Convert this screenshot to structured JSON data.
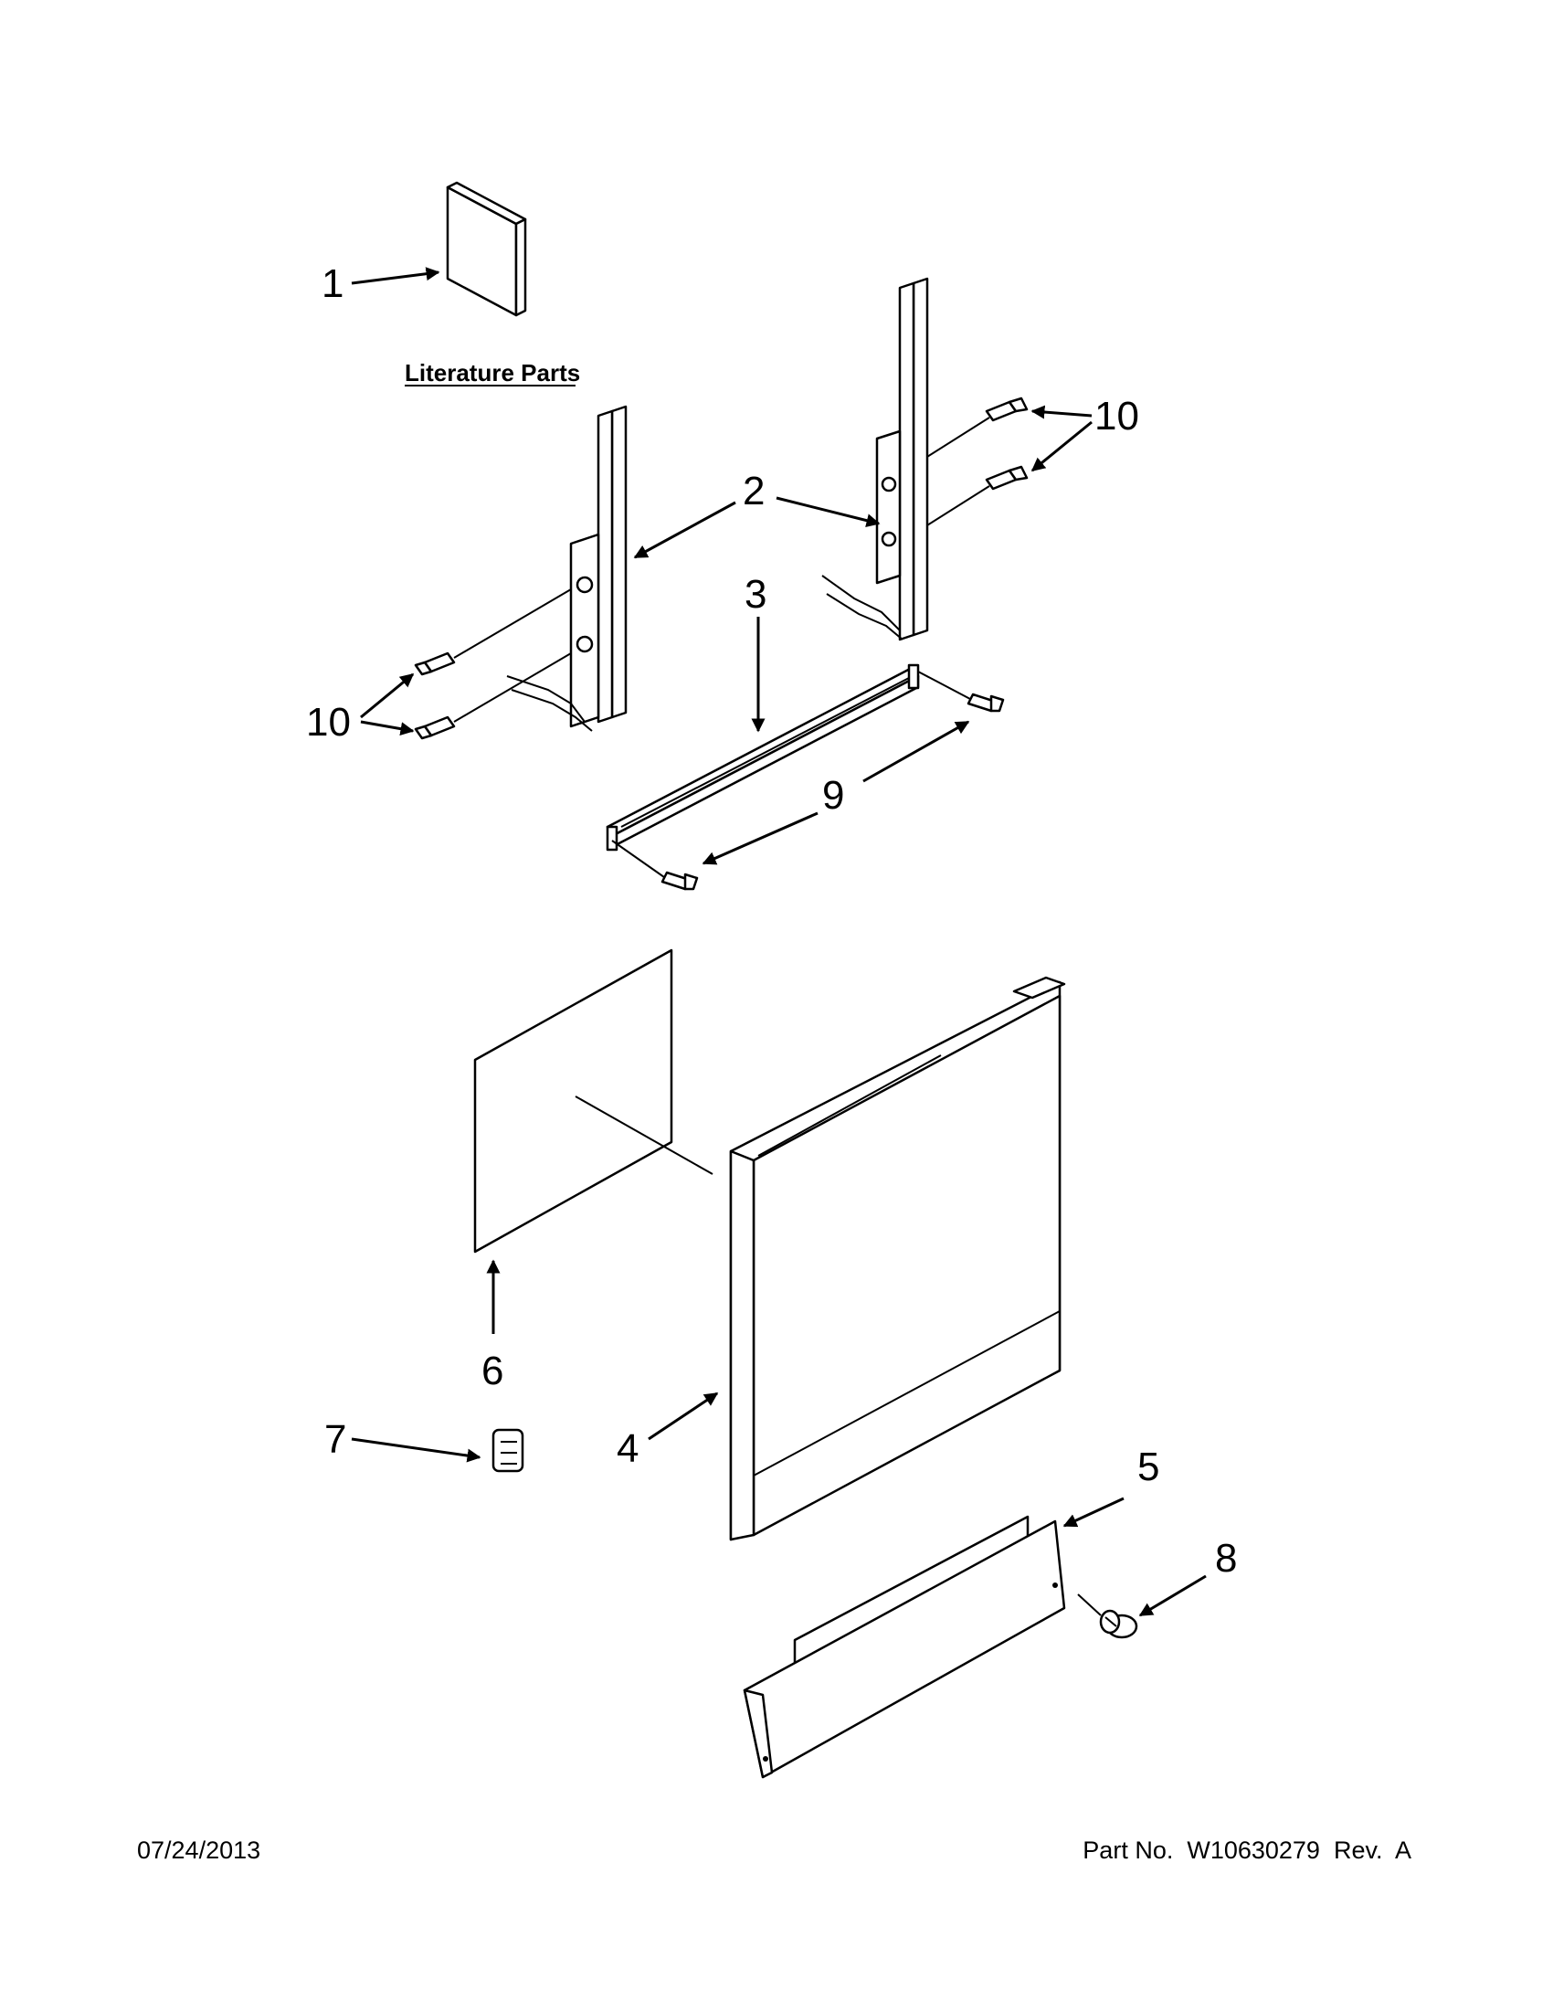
{
  "callouts": {
    "c1": "1",
    "c2": "2",
    "c3": "3",
    "c4": "4",
    "c5": "5",
    "c6": "6",
    "c7": "7",
    "c8": "8",
    "c9": "9",
    "c10_top": "10",
    "c10_left": "10"
  },
  "literature_caption": "Literature Parts",
  "footer": {
    "date": "07/24/2013",
    "part_number": "Part No.  W10630279  Rev.  A"
  }
}
